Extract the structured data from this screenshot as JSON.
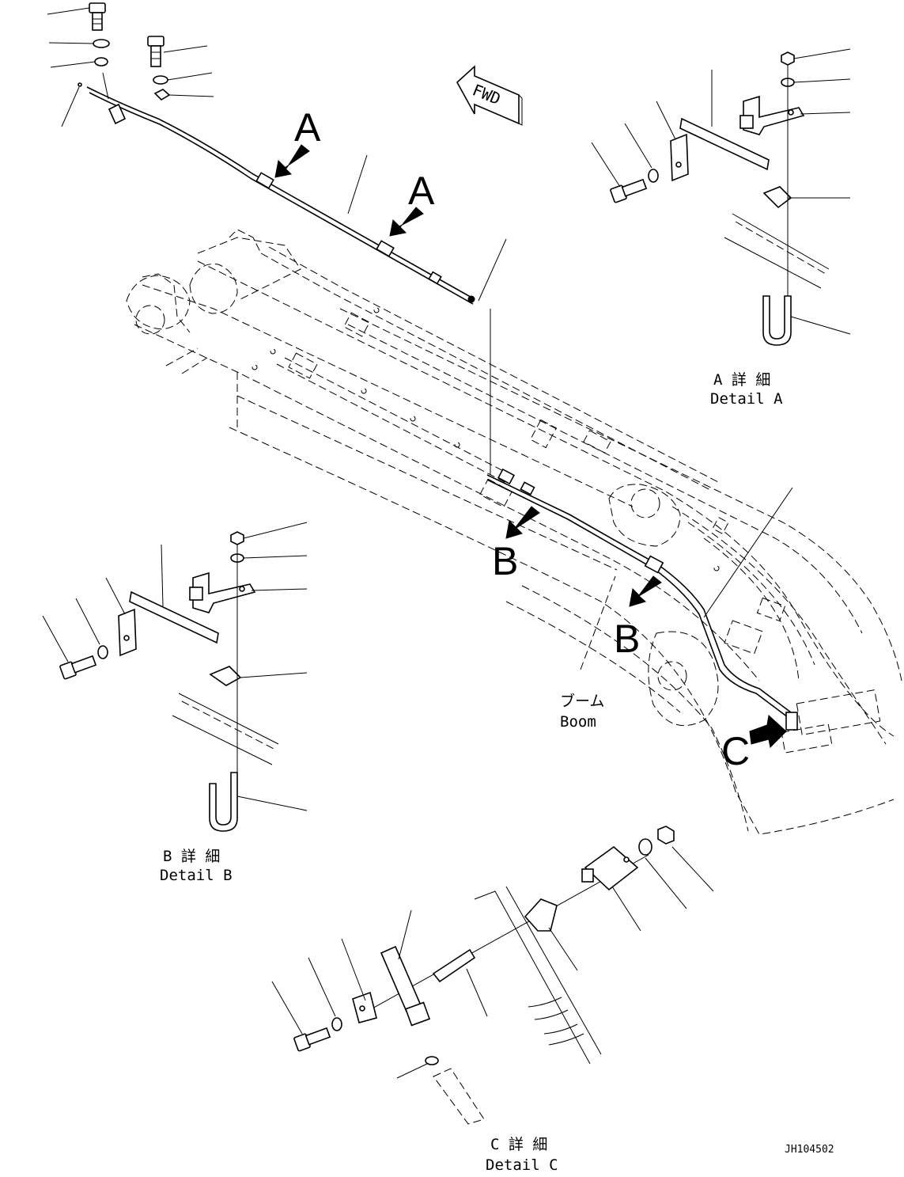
{
  "diagram": {
    "fwd_label": "FWD",
    "view_markers": {
      "a": "A",
      "b": "B",
      "c": "C"
    },
    "boom_label": {
      "jp": "ブーム",
      "en": "Boom"
    },
    "details": {
      "a": {
        "jp": "A 詳 細",
        "en": "Detail A"
      },
      "b": {
        "jp": "B 詳 細",
        "en": "Detail B"
      },
      "c": {
        "jp": "C 詳 細",
        "en": "Detail C"
      }
    },
    "drawing_number": "JH104502"
  }
}
